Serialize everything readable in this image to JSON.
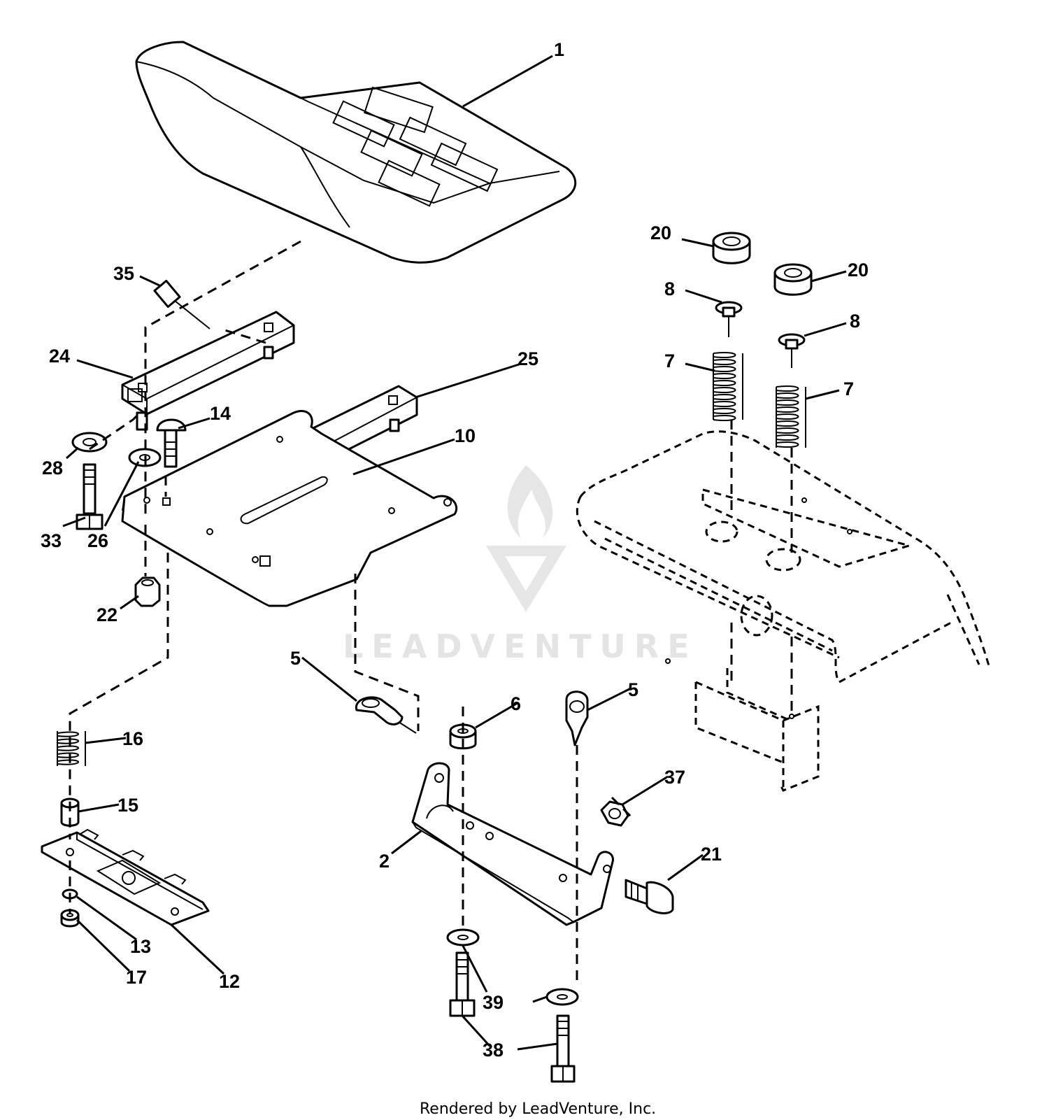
{
  "callouts": [
    "1",
    "20",
    "20",
    "8",
    "8",
    "7",
    "7",
    "35",
    "24",
    "25",
    "14",
    "10",
    "28",
    "33",
    "26",
    "22",
    "5",
    "5",
    "6",
    "16",
    "15",
    "37",
    "2",
    "21",
    "13",
    "17",
    "12",
    "39",
    "38"
  ],
  "watermark": "LEADVENTURE",
  "footer": "Rendered by LeadVenture, Inc.",
  "colors": {
    "line": "#000000",
    "background": "#ffffff",
    "watermark": "#e4e4e4"
  }
}
